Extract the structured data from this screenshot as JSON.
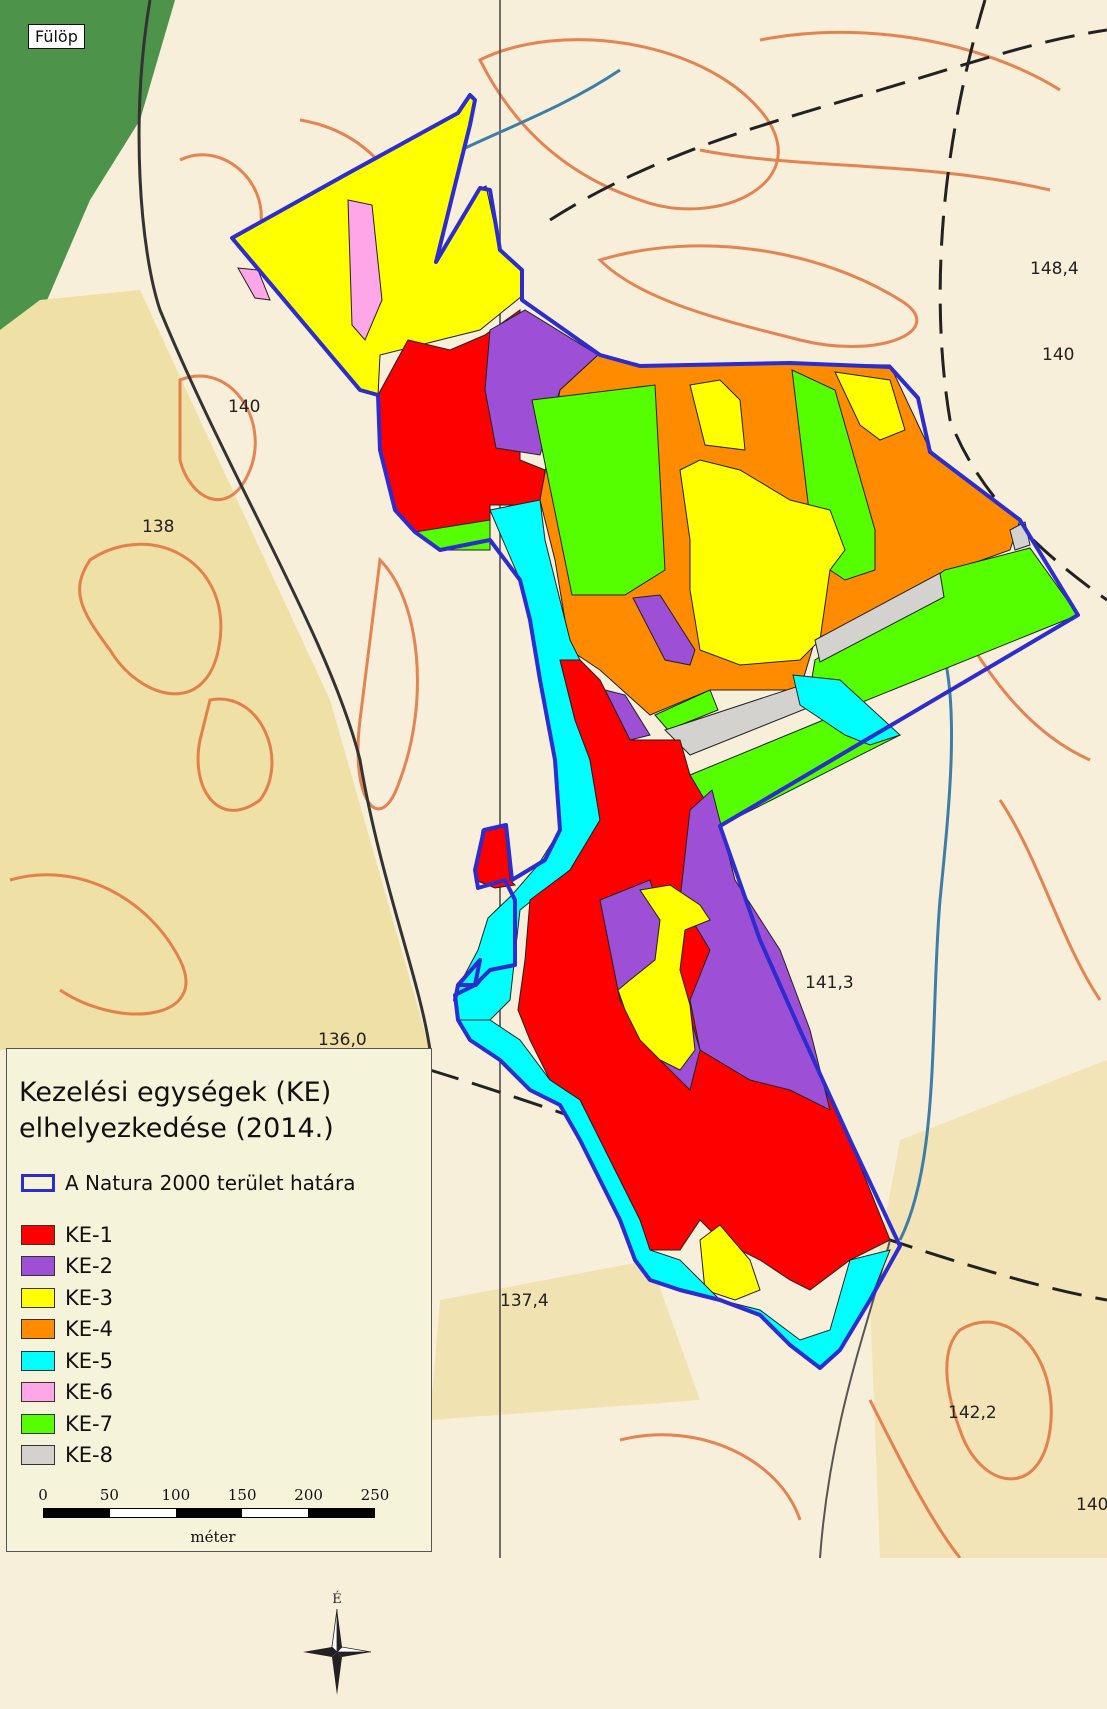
{
  "place_label": "Fülöp",
  "topo_labels": {
    "height_1": "148,4",
    "height_2": "140",
    "height_3": "138",
    "height_4": "140",
    "height_5": "141,3",
    "height_6": "136,0",
    "height_7": "137,4",
    "height_8": "142,2",
    "height_9": "140"
  },
  "legend": {
    "title_line1": "Kezelési egységek (KE)",
    "title_line2": "elhelyezkedése (2014.)",
    "boundary_label": "A Natura 2000 terület határa",
    "boundary_color": "#2c2ccf",
    "items": [
      {
        "label": "KE-1",
        "color": "#ff0000"
      },
      {
        "label": "KE-2",
        "color": "#9d4fd6"
      },
      {
        "label": "KE-3",
        "color": "#ffff00"
      },
      {
        "label": "KE-4",
        "color": "#ff8c00"
      },
      {
        "label": "KE-5",
        "color": "#00ffff"
      },
      {
        "label": "KE-6",
        "color": "#ffa6e8"
      },
      {
        "label": "KE-7",
        "color": "#55ff00"
      },
      {
        "label": "KE-8",
        "color": "#d4d2ce"
      }
    ],
    "compass_north": "É",
    "scale": {
      "ticks": [
        "0",
        "50",
        "100",
        "150",
        "200",
        "250"
      ],
      "unit": "méter"
    }
  }
}
